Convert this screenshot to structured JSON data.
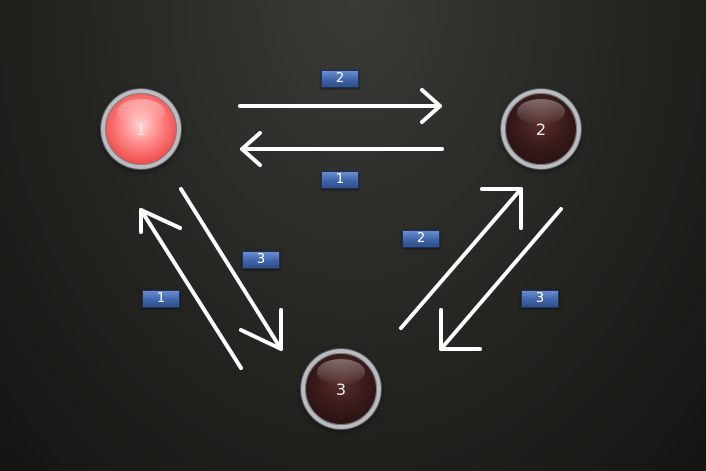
{
  "nodes": [
    {
      "id": "1",
      "label": "1",
      "state": "active"
    },
    {
      "id": "2",
      "label": "2",
      "state": "inactive"
    },
    {
      "id": "3",
      "label": "3",
      "state": "inactive"
    }
  ],
  "transitions": [
    {
      "from": "1",
      "to": "2",
      "label": "2"
    },
    {
      "from": "2",
      "to": "1",
      "label": "1"
    },
    {
      "from": "3",
      "to": "1",
      "label": "1"
    },
    {
      "from": "1",
      "to": "3",
      "label": "3"
    },
    {
      "from": "3",
      "to": "2",
      "label": "2"
    },
    {
      "from": "2",
      "to": "3",
      "label": "3"
    }
  ],
  "colors": {
    "active_node": "#f05050",
    "inactive_node": "#3a1a1a",
    "badge": "#3f64aa",
    "arrow": "#ffffff"
  }
}
